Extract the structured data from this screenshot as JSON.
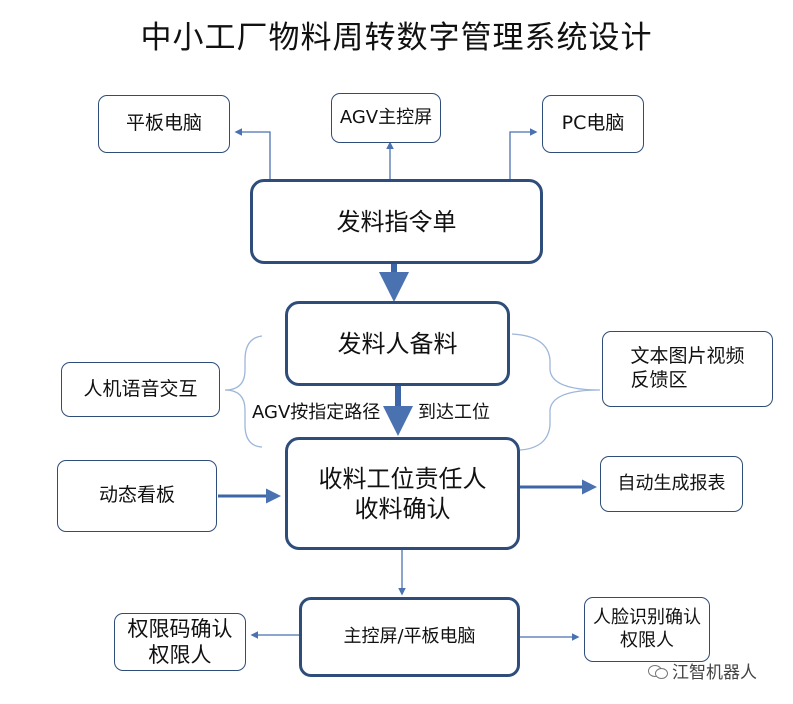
{
  "title": "中小工厂物料周转数字管理系统设计",
  "nodes": {
    "tablet": "平板电脑",
    "agv_screen": "AGV主控屏",
    "pc": "PC电脑",
    "dispatch_order": "发料指令单",
    "prepare": "发料人备料",
    "hmi": "人机语音交互",
    "feedback": "文本图片视频\n反馈区",
    "receive": "收料工位责任人\n收料确认",
    "dashboard": "动态看板",
    "report": "自动生成报表",
    "console": "主控屏/平板电脑",
    "code_auth": "权限码确认\n权限人",
    "face_auth": "人脸识别确认\n权限人"
  },
  "labels": {
    "agv_route": "AGV按指定路径",
    "arrive": "到达工位"
  },
  "watermark": "江智机器人"
}
